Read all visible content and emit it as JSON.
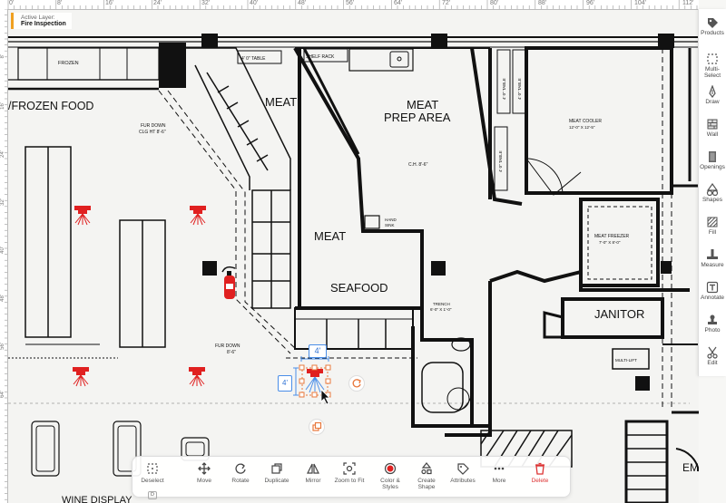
{
  "ruler": {
    "top_labels": [
      "0'",
      "8'",
      "16'",
      "24'",
      "32'",
      "40'",
      "48'",
      "56'",
      "64'",
      "72'",
      "80'",
      "88'",
      "96'",
      "104'",
      "112'"
    ],
    "left_labels": [
      "8'",
      "16'",
      "24'",
      "32'",
      "40'",
      "48'",
      "56'",
      "64'"
    ]
  },
  "active_layer": {
    "caption": "Active Layer:",
    "value": "Fire Inspection",
    "accent": "#f0a020"
  },
  "plan": {
    "labels": {
      "frozen_food": "/FROZEN FOOD",
      "frozen": "FROZEN",
      "meat_top": "MEAT",
      "meat_prep_1": "MEAT",
      "meat_prep_2": "PREP AREA",
      "meat_mid": "MEAT",
      "seafood": "SEAFOOD",
      "janitor": "JANITOR",
      "wine_display": "WINE DISPLAY",
      "employee": "EMPLO",
      "table_4ft": "4' 0\" TABLE",
      "shelf_rack": "SHELF RACK",
      "meat_cooler": "MEAT COOLER",
      "meat_cooler_dim": "12'-0\" X 12'-5\"",
      "meat_freezer": "MEAT FREEZER",
      "meat_freezer_dim": "7'-0\" X 8'-0\"",
      "fur_down_1": "FUR DOWN",
      "fur_down_1b": "CLG HT 8'-6\"",
      "fur_down_2": "FUR DOWN",
      "fur_down_2b": "8'-6\"",
      "ch": "C.H. 8'-6\"",
      "hand_sink": "HAND",
      "hand_sink_b": "SINK",
      "trench": "TRENCH",
      "trench_b": "6'-0\" X 1'-0\"",
      "multi_lift": "MULTI-LIFT",
      "table_v1": "4' 0\" TABLE",
      "table_v2": "4' 0\" TABLE",
      "table_v3": "4' 0\" TABLE"
    }
  },
  "selection": {
    "width_label": "4'",
    "height_label": "4'"
  },
  "side_toolbar": [
    {
      "key": "products",
      "label": "Products"
    },
    {
      "key": "multi_select",
      "label": "Multi-Select"
    },
    {
      "key": "draw",
      "label": "Draw"
    },
    {
      "key": "wall",
      "label": "Wall"
    },
    {
      "key": "openings",
      "label": "Openings"
    },
    {
      "key": "shapes",
      "label": "Shapes"
    },
    {
      "key": "fill",
      "label": "Fill"
    },
    {
      "key": "measure",
      "label": "Measure"
    },
    {
      "key": "annotate",
      "label": "Annotate"
    },
    {
      "key": "photo",
      "label": "Photo"
    },
    {
      "key": "edit",
      "label": "Edit"
    }
  ],
  "bottom_toolbar": [
    {
      "key": "deselect",
      "label": "Deselect",
      "badge": "D"
    },
    {
      "key": "move",
      "label": "Move"
    },
    {
      "key": "rotate",
      "label": "Rotate"
    },
    {
      "key": "duplicate",
      "label": "Duplicate"
    },
    {
      "key": "mirror",
      "label": "Mirror"
    },
    {
      "key": "zoom_to_fit",
      "label": "Zoom to Fit"
    },
    {
      "key": "color_styles",
      "label": "Color & Styles"
    },
    {
      "key": "create_shape",
      "label": "Create Shape"
    },
    {
      "key": "attributes",
      "label": "Attributes"
    },
    {
      "key": "more",
      "label": "More"
    },
    {
      "key": "delete",
      "label": "Delete"
    }
  ],
  "colors": {
    "fire": "#e02020",
    "selection": "#4a8ee8",
    "handle": "#e8783c",
    "delete": "#d33"
  }
}
